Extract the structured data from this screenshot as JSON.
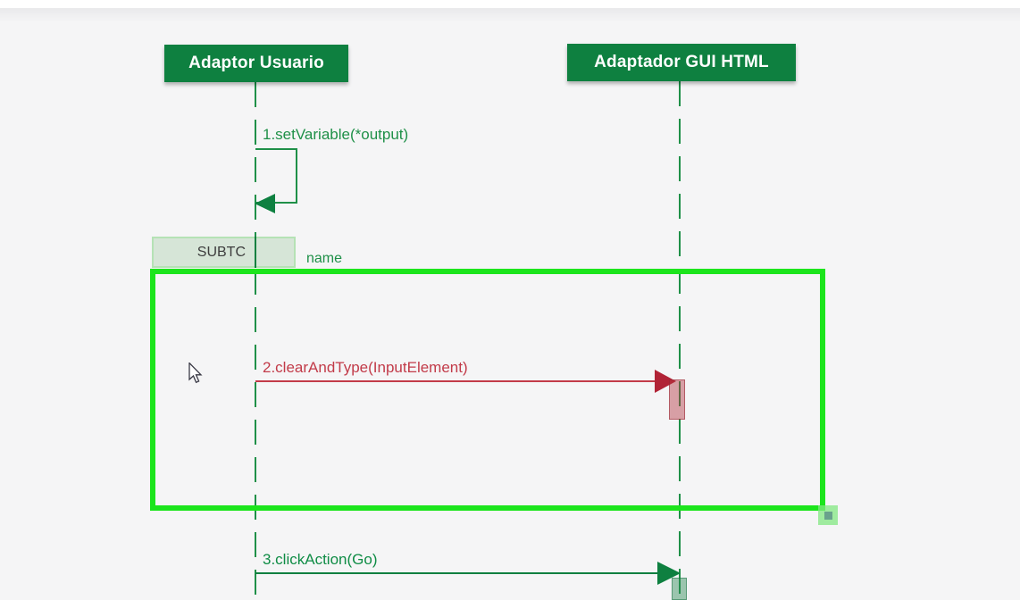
{
  "diagram": {
    "lifelines": [
      {
        "label": "Adaptor Usuario"
      },
      {
        "label": "Adaptador GUI HTML"
      }
    ],
    "messages": [
      {
        "label": "1.setVariable(*output)",
        "kind": "self-call",
        "color": "#1f9048"
      },
      {
        "label": "2.clearAndType(InputElement)",
        "kind": "call",
        "color": "#c23b49"
      },
      {
        "label": "3.clickAction(Go)",
        "kind": "call",
        "color": "#0e8040"
      }
    ],
    "fragment": {
      "operator": "SUBTC",
      "name_label": "name"
    }
  },
  "icons": {
    "cursor": "arrow-pointer",
    "resize_handle": "selection-resize-handle"
  },
  "colors": {
    "header_green": "#0e8040",
    "line_green": "#1f9048",
    "message_red": "#c23b49",
    "arrowhead_red": "#b12336",
    "selection_green": "#1ce51c",
    "fragment_fill": "#d6e5d7",
    "fragment_border": "#b5e2b5",
    "canvas_background": "#f5f5f6"
  }
}
